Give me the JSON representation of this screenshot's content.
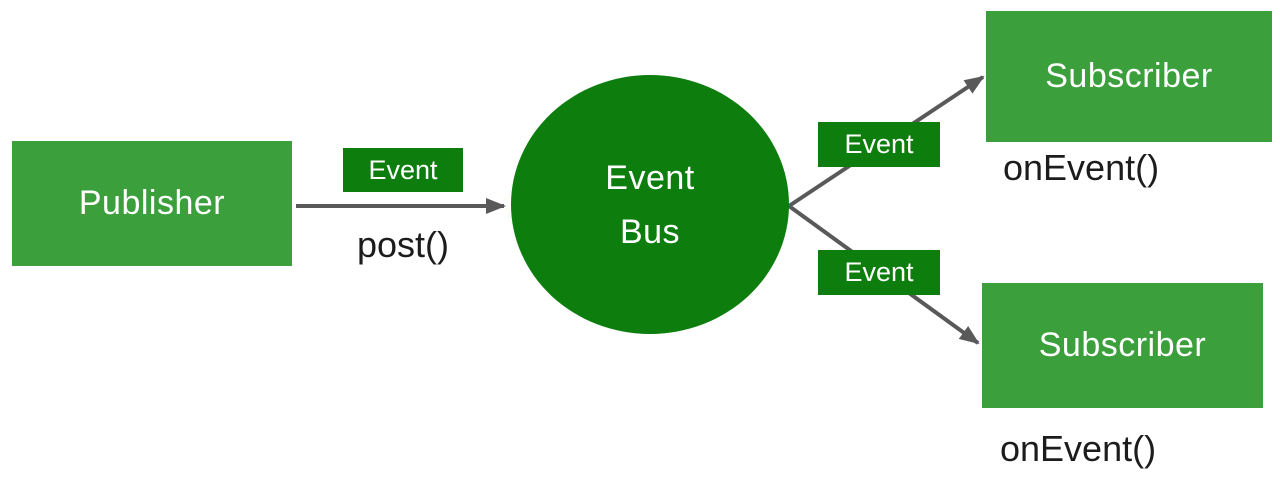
{
  "colors": {
    "node_green": "#3BA03C",
    "dark_green": "#0D7E0E",
    "connector_gray": "#595959",
    "text_white": "#FFFFFF",
    "text_black": "#1C1C1C",
    "background": "#FFFFFF"
  },
  "nodes": {
    "publisher": {
      "label": "Publisher"
    },
    "event_bus": {
      "label_line1": "Event",
      "label_line2": "Bus"
    },
    "subscriber_top": {
      "label": "Subscriber"
    },
    "subscriber_bottom": {
      "label": "Subscriber"
    }
  },
  "edges": {
    "publish": {
      "label": "Event",
      "method": "post()"
    },
    "deliver_top": {
      "label": "Event",
      "method": "onEvent()"
    },
    "deliver_bottom": {
      "label": "Event",
      "method": "onEvent()"
    }
  }
}
